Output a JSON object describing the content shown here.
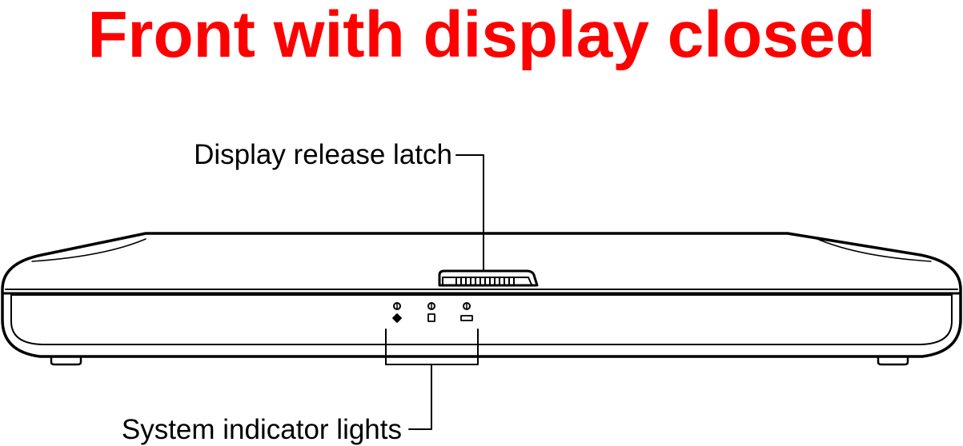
{
  "title": {
    "text": "Front with display closed",
    "color": "#ff0000"
  },
  "callouts": {
    "display_release_latch": "Display release latch",
    "system_indicator_lights": "System indicator lights"
  },
  "colors": {
    "line": "#000000",
    "background": "#ffffff"
  },
  "icons": [
    "power-light-icon",
    "disk-light-icon",
    "battery-light-icon"
  ]
}
